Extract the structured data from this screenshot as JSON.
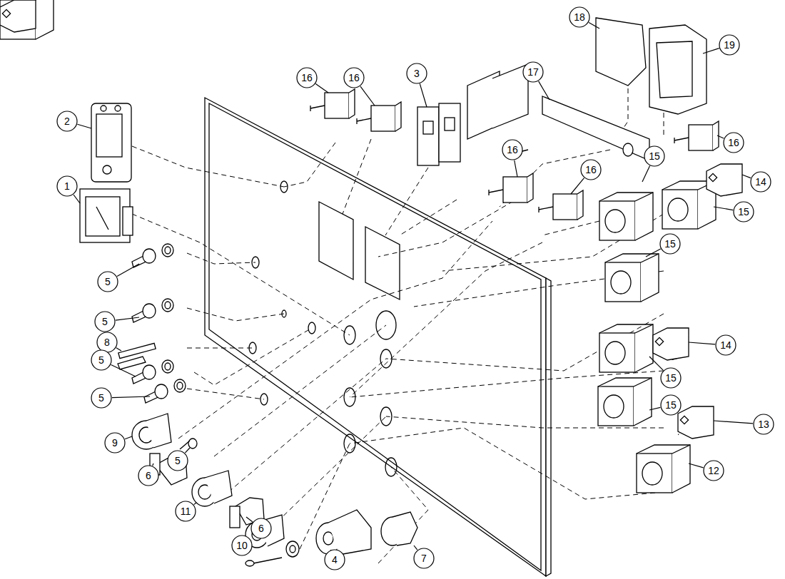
{
  "diagram": {
    "labels": [
      "18",
      "19",
      "16",
      "16",
      "3",
      "17",
      "2",
      "16",
      "16",
      "16",
      "15",
      "14",
      "15",
      "1",
      "15",
      "5",
      "5",
      "8",
      "14",
      "15",
      "5",
      "5",
      "15",
      "13",
      "9",
      "12",
      "5",
      "6",
      "11",
      "6",
      "10",
      "4",
      "7"
    ]
  }
}
